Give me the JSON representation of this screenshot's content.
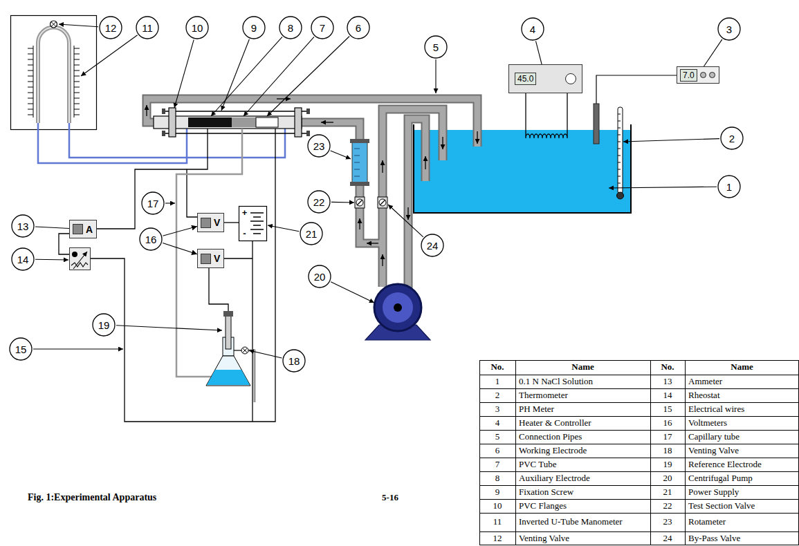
{
  "diagram": {
    "caption": "Fig. 1:Experimental Apparatus",
    "nodes": [
      {
        "text": [
          "12"
        ]
      },
      {
        "text": [
          "11"
        ]
      },
      {
        "text": [
          "10"
        ]
      },
      {
        "text": [
          "9"
        ]
      },
      {
        "text": [
          "8"
        ]
      },
      {
        "text": [
          "7"
        ]
      },
      {
        "text": [
          "6"
        ]
      },
      {
        "text": [
          "4"
        ]
      },
      {
        "text": [
          "3"
        ]
      },
      {
        "text": [
          "5"
        ]
      },
      {
        "text": [
          "45.0"
        ]
      },
      {
        "text": [
          "7.0"
        ]
      },
      {
        "text": [
          "2"
        ]
      },
      {
        "text": [
          "23"
        ]
      },
      {
        "text": [
          "1"
        ]
      },
      {
        "text": [
          "22"
        ]
      },
      {
        "text": [
          "17"
        ]
      },
      {
        "text": [
          "V"
        ]
      },
      {
        "text": [
          "13"
        ]
      },
      {
        "text": [
          "A"
        ]
      },
      {
        "text": [
          "16"
        ]
      },
      {
        "text": [
          "24"
        ]
      },
      {
        "text": [
          "14"
        ]
      },
      {
        "text": [
          "V"
        ]
      },
      {
        "text": [
          "21"
        ]
      },
      {
        "text": [
          "20"
        ]
      },
      {
        "text": [
          "19"
        ]
      },
      {
        "text": [
          "15"
        ]
      },
      {
        "text": [
          "18"
        ]
      }
    ],
    "edges": [
      {
        "from": 20,
        "to": 17,
        "arrow": "to"
      },
      {
        "from": 20,
        "to": 23,
        "arrow": "to"
      },
      {
        "from": 18,
        "to": 19,
        "arrow": "none"
      },
      {
        "from": 7,
        "to": 10,
        "arrow": "none"
      },
      {
        "from": 8,
        "to": 11,
        "arrow": "none"
      }
    ],
    "labels": [
      "No.",
      "Name",
      "No.",
      "Name",
      "1",
      "0.1 N NaCl Solution",
      "13",
      "Ammeter",
      "2",
      "Thermometer",
      "14",
      "Rheostat",
      "3",
      "PH Meter",
      "15",
      "Electrical wires",
      "4",
      "Heater & Controller",
      "16",
      "Voltmeters",
      "5",
      "Connection Pipes",
      "17",
      "Capillary tube",
      "6",
      "Working Electrode",
      "18",
      "Venting Valve",
      "7",
      "PVC Tube",
      "19",
      "Reference Electrode",
      "8",
      "Auxiliary Electrode",
      "20",
      "Centrifugal Pump",
      "9",
      "Fixation Screw",
      "21",
      "Power Supply",
      "10",
      "PVC Flanges",
      "22",
      "Test Section Valve",
      "11",
      "Inverted U-Tube Manometer",
      "23",
      "Rotameter",
      "12",
      "Venting Valve",
      "24",
      "By-Pass Valve",
      "5-16",
      "+",
      "-"
    ]
  }
}
